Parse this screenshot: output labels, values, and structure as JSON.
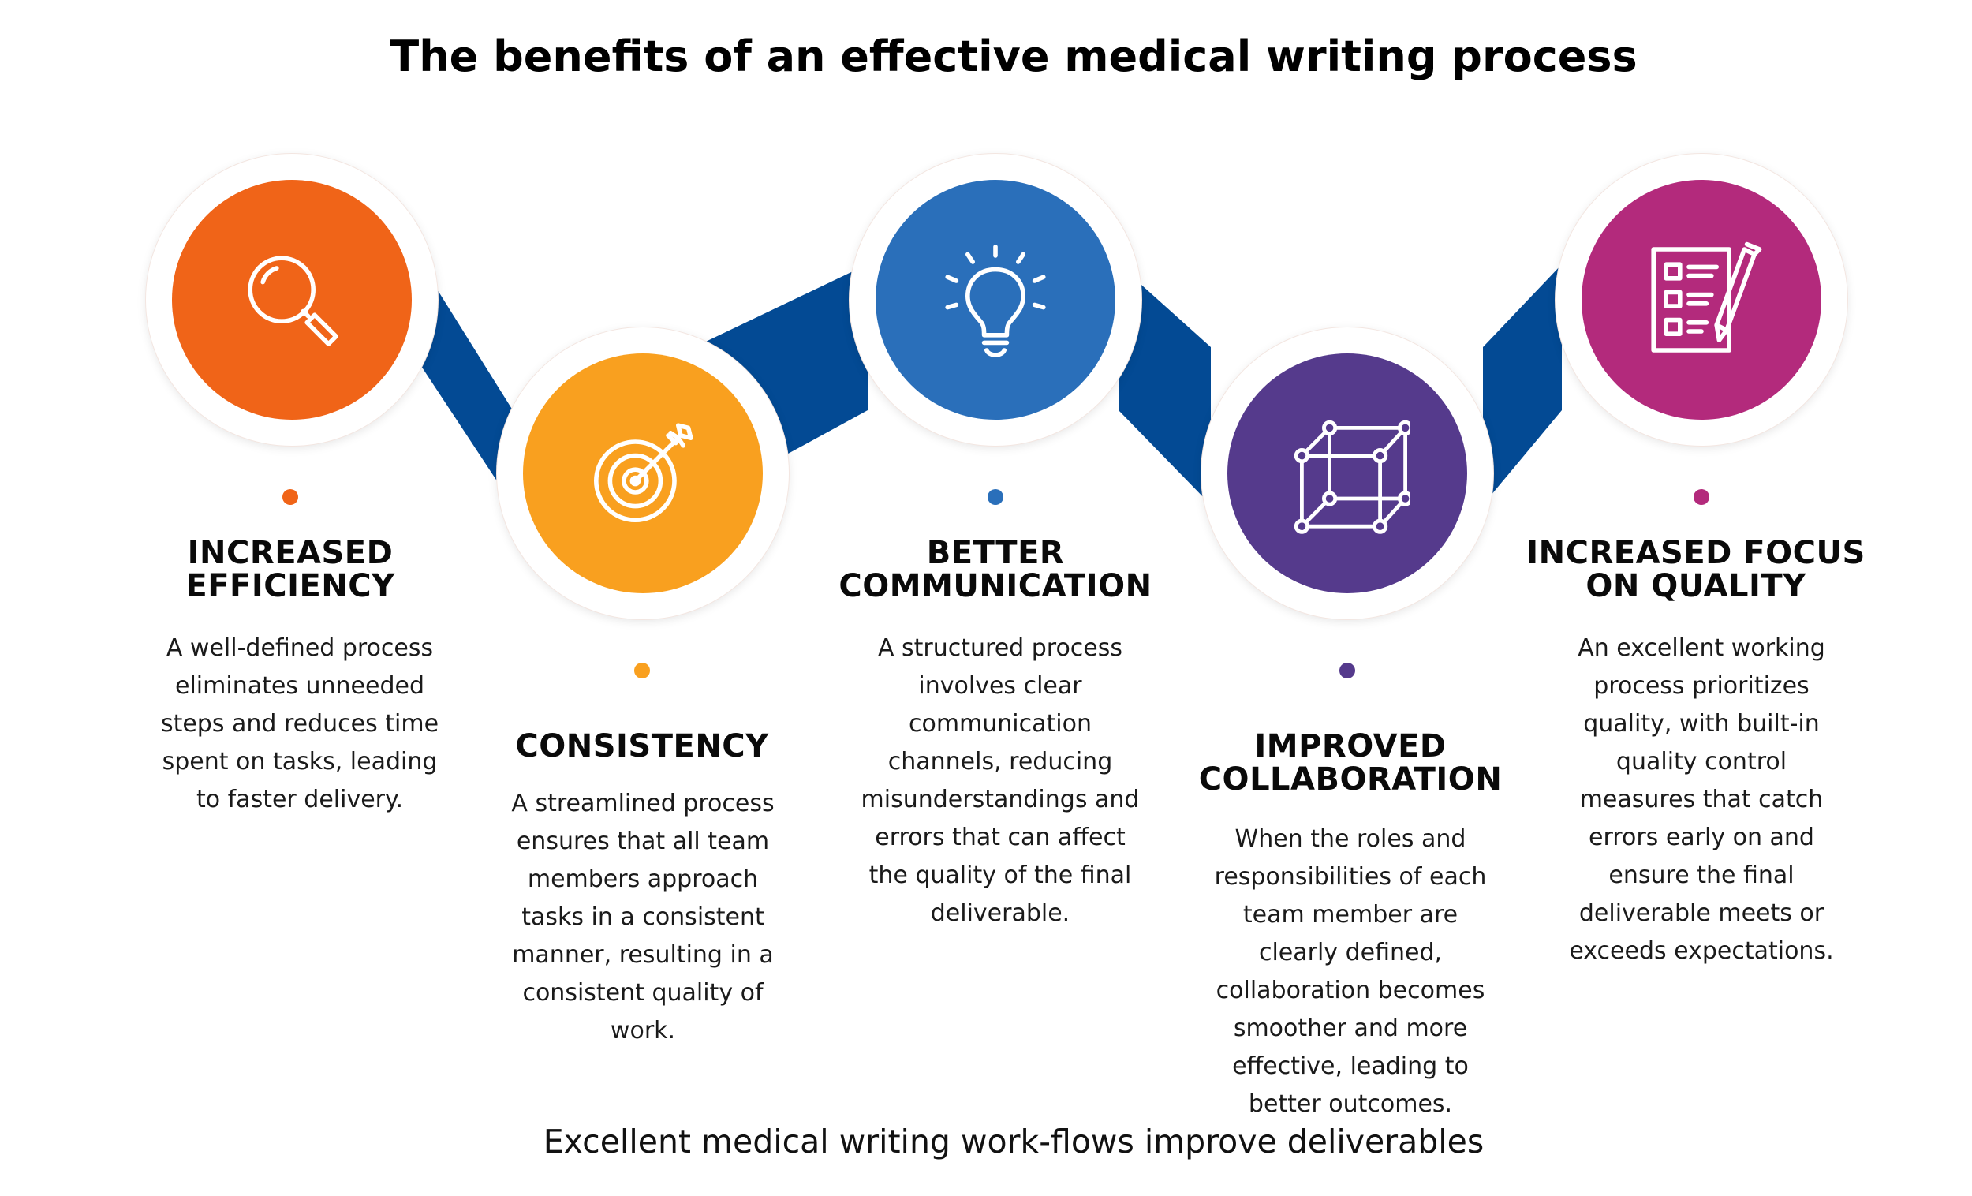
{
  "title": "The benefits of an effective medical writing process",
  "footer": "Excellent medical writing work-flows improve deliverables",
  "connector_color": "#034a94",
  "items": [
    {
      "heading_line1": "INCREASED",
      "heading_line2": "EFFICIENCY",
      "description": "A well-defined process eliminates unneeded steps and reduces time spent on tasks, leading to faster delivery.",
      "color": "#f06418",
      "icon": "magnifying-glass-icon"
    },
    {
      "heading_line1": "CONSISTENCY",
      "heading_line2": "",
      "description": "A streamlined process ensures that all team members approach tasks in a consistent manner, resulting in a consistent quality of work.",
      "color": "#f9a01f",
      "icon": "target-icon"
    },
    {
      "heading_line1": "BETTER",
      "heading_line2": "COMMUNICATION",
      "description": "A structured process involves clear communication channels, reducing misunderstandings and errors that can affect the quality of the final deliverable.",
      "color": "#2a6fba",
      "icon": "lightbulb-icon"
    },
    {
      "heading_line1": "IMPROVED",
      "heading_line2": "COLLABORATION",
      "description": "When the roles and responsibilities of each team member are clearly defined, collaboration becomes smoother and more effective, leading to better outcomes.",
      "color": "#553a8c",
      "icon": "network-cube-icon"
    },
    {
      "heading_line1": "INCREASED FOCUS",
      "heading_line2": "ON QUALITY",
      "description": "An excellent working process prioritizes quality, with built-in quality control measures that catch errors early on and ensure the final deliverable meets or exceeds expectations.",
      "color": "#b32a7c",
      "icon": "checklist-pen-icon"
    }
  ]
}
